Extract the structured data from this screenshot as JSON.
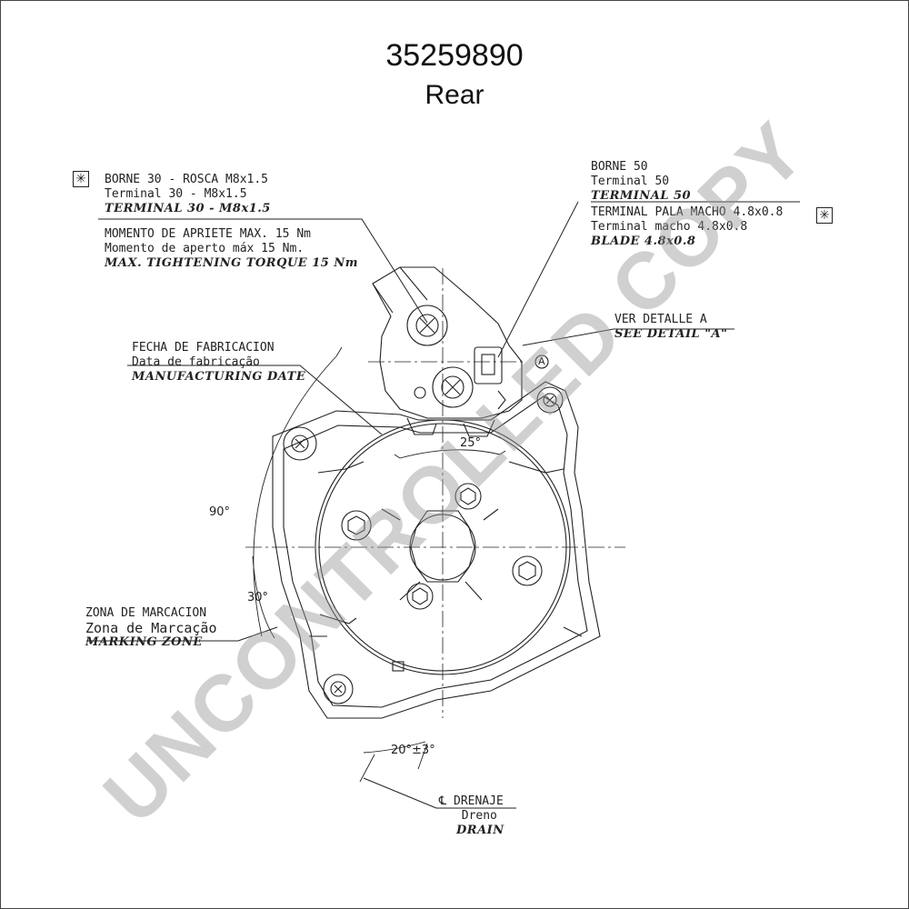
{
  "header": {
    "part_number": "35259890",
    "view": "Rear"
  },
  "symbols": {
    "star": "✳"
  },
  "callouts": {
    "terminal30": {
      "es": "BORNE 30 - ROSCA M8x1.5",
      "pt": "Terminal 30 - M8x1.5",
      "en": "TERMINAL 30 - M8x1.5"
    },
    "torque": {
      "es": "MOMENTO DE APRIETE MAX. 15 Nm",
      "pt": "Momento de aperto máx 15 Nm.",
      "en": "MAX. TIGHTENING TORQUE 15 Nm"
    },
    "terminal50": {
      "es": "BORNE 50",
      "pt": "Terminal 50",
      "en": "TERMINAL 50"
    },
    "blade": {
      "es": "TERMINAL PALA MACHO 4.8x0.8",
      "pt": "Terminal macho 4.8x0.8",
      "en": "BLADE 4.8x0.8"
    },
    "detail": {
      "es": "VER DETALLE A",
      "en": "SEE DETAIL \"A\"",
      "marker": "A"
    },
    "date": {
      "es": "FECHA DE FABRICACION",
      "pt": "Data de fabricação",
      "en": "MANUFACTURING DATE"
    },
    "marking": {
      "es": "ZONA DE MARCACION",
      "pt": "Zona de Marcação",
      "en": "MARKING ZONE"
    },
    "drain": {
      "es": "℄ DRENAJE",
      "pt": "Dreno",
      "en": "DRAIN"
    }
  },
  "dimensions": {
    "angle_25": "25°",
    "angle_90": "90°",
    "angle_30": "30°",
    "angle_20": "20°±3°"
  },
  "watermark": "UNCONTROLLED COPY"
}
